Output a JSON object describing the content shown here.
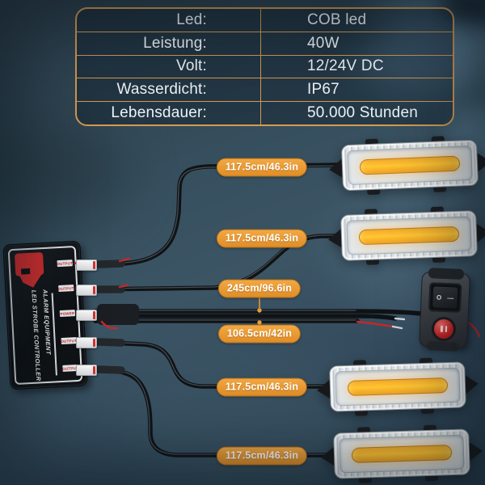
{
  "spec_table": {
    "rows": [
      {
        "label": "Led:",
        "value": "COB led"
      },
      {
        "label": "Leistung:",
        "value": "40W"
      },
      {
        "label": "Volt:",
        "value": "12/24V DC"
      },
      {
        "label": "Wasserdicht:",
        "value": "IP67"
      },
      {
        "label": "Lebensdauer:",
        "value": "50.000 Stunden"
      }
    ]
  },
  "controller": {
    "title_line1": "LED STROBE CONTROLLER",
    "title_line2": "ALARM EQUIPMENT",
    "ports": [
      "OUTPUT",
      "OUTPUT",
      "POWER",
      "OUTPUT",
      "OUTPUT"
    ]
  },
  "cable_labels": {
    "bar1": "117.5cm/46.3in",
    "bar2": "117.5cm/46.3in",
    "power": "245cm/96.6in",
    "switch_line": "106.5cm/42in",
    "bar3": "117.5cm/46.3in",
    "bar4": "117.5cm/46.3in"
  },
  "switch": {
    "rocker_marks": [
      "O",
      "—"
    ]
  },
  "colors": {
    "accent_orange": "#e8962f",
    "table_border": "#d69a50",
    "led_amber": "#ffc838",
    "cable_black": "#101316",
    "logo_red": "#d32f2f",
    "background_mid": "#3c5565"
  }
}
